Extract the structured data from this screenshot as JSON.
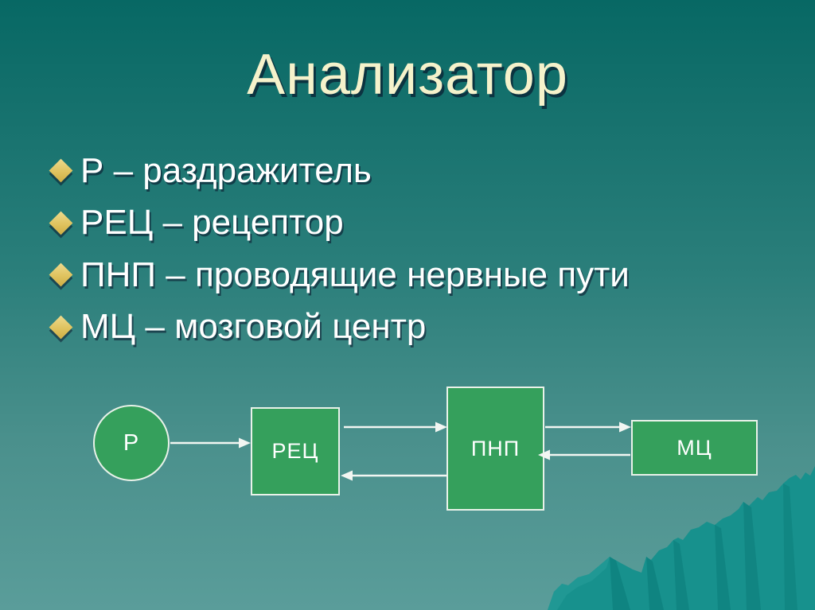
{
  "slide": {
    "title": "Анализатор",
    "bullets": [
      {
        "label": "Р – раздражитель"
      },
      {
        "label": "РЕЦ – рецептор"
      },
      {
        "label": "ПНП – проводящие нервные пути"
      },
      {
        "label": "МЦ – мозговой центр"
      }
    ],
    "diagram": {
      "type": "flow",
      "nodes": [
        {
          "id": "R",
          "label": "Р",
          "shape": "circle"
        },
        {
          "id": "REC",
          "label": "РЕЦ",
          "shape": "rect"
        },
        {
          "id": "PNP",
          "label": "ПНП",
          "shape": "rect"
        },
        {
          "id": "MC",
          "label": "МЦ",
          "shape": "rect"
        }
      ],
      "edges": [
        {
          "from": "R",
          "to": "REC"
        },
        {
          "from": "REC",
          "to": "PNP"
        },
        {
          "from": "PNP",
          "to": "REC"
        },
        {
          "from": "PNP",
          "to": "MC"
        },
        {
          "from": "MC",
          "to": "PNP"
        }
      ]
    },
    "colors": {
      "background_top": "#076864",
      "background_bottom": "#5A9D9A",
      "node_green": "#35A05C",
      "node_border": "#E9F2E9",
      "arrow_white": "#F2F6F2",
      "title_cream": "#F5F2CB",
      "bullet_gold": "#DFC35F",
      "body_text": "#FFFFFF",
      "mountain_teal": "#17918D",
      "mountain_shade": "#0E807D"
    }
  }
}
